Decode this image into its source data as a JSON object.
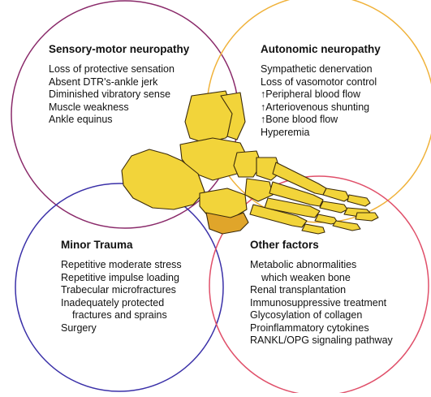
{
  "circles": [
    {
      "id": "sensory",
      "color": "#8a2a6a",
      "title": "Sensory-motor neuropathy",
      "items": [
        {
          "text": "Loss of protective sensation"
        },
        {
          "text": "Absent DTR's-ankle jerk"
        },
        {
          "text": "Diminished vibratory sense"
        },
        {
          "text": "Muscle weakness"
        },
        {
          "text": "Ankle equinus"
        }
      ]
    },
    {
      "id": "autonomic",
      "color": "#f0b23a",
      "title": "Autonomic neuropathy",
      "items": [
        {
          "text": "Sympathetic denervation"
        },
        {
          "text": "Loss of vasomotor control"
        },
        {
          "text": "↑Peripheral blood flow"
        },
        {
          "text": "↑Arteriovenous shunting"
        },
        {
          "text": "↑Bone blood flow"
        },
        {
          "text": "Hyperemia"
        }
      ]
    },
    {
      "id": "trauma",
      "color": "#3a30a8",
      "title": "Minor Trauma",
      "items": [
        {
          "text": "Repetitive moderate stress"
        },
        {
          "text": "Repetitive impulse loading"
        },
        {
          "text": "Trabecular microfractures"
        },
        {
          "text": "Inadequately protected"
        },
        {
          "text": "fractures and sprains",
          "indent": true
        },
        {
          "text": "Surgery"
        }
      ]
    },
    {
      "id": "other",
      "color": "#e0506a",
      "title": "Other factors",
      "items": [
        {
          "text": "Metabolic abnormalities"
        },
        {
          "text": "which weaken bone",
          "indent": true
        },
        {
          "text": "Renal transplantation"
        },
        {
          "text": "Immunosuppressive treatment"
        },
        {
          "text": "Glycosylation of collagen"
        },
        {
          "text": "Proinflammatory cytokines"
        },
        {
          "text": "RANKL/OPG signaling pathway"
        }
      ]
    }
  ],
  "foot": {
    "bone_color": "#f2d43a",
    "bone_dark": "#e0a52a",
    "outline": "#3a2a0a"
  }
}
